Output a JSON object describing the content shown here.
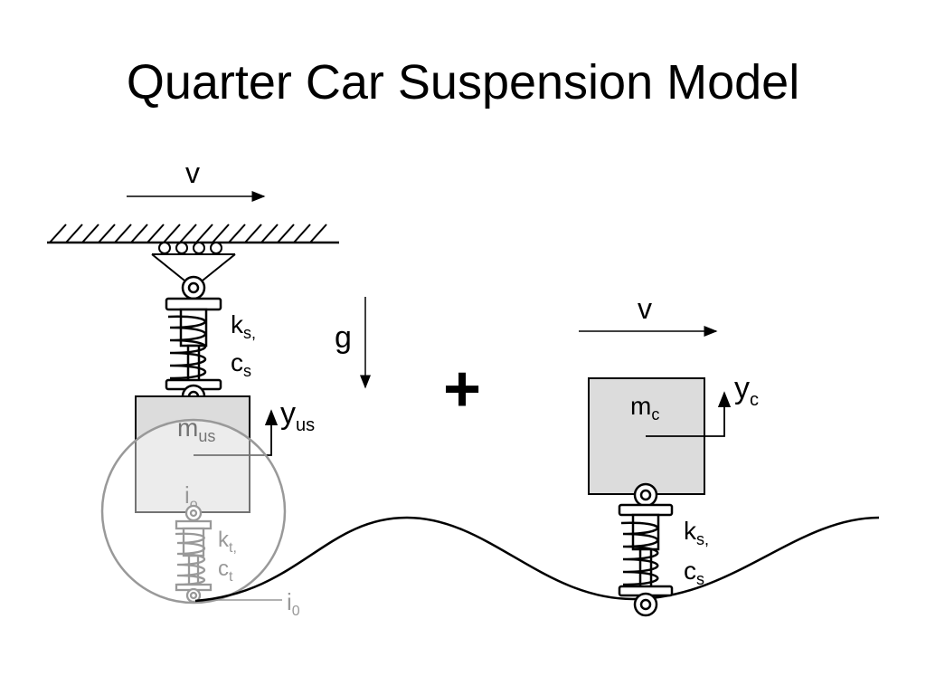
{
  "title": "Quarter Car Suspension Model",
  "left_model": {
    "velocity_label": "v",
    "mass_label": "m",
    "mass_sub": "us",
    "disp_label": "y",
    "disp_sub": "us",
    "spring_k": "k",
    "spring_k_sub": "s,",
    "damper_c": "c",
    "damper_c_sub": "s",
    "tire_k": "k",
    "tire_k_sub": "t,",
    "tire_c": "c",
    "tire_c_sub": "t",
    "contact_label": "i",
    "contact_sub": "0",
    "hub_label": "i",
    "hub_sub": "o"
  },
  "gravity_label": "g",
  "plus_sign": "+",
  "right_model": {
    "velocity_label": "v",
    "mass_label": "m",
    "mass_sub": "c",
    "disp_label": "y",
    "disp_sub": "c",
    "spring_k": "k",
    "spring_k_sub": "s,",
    "damper_c": "c",
    "damper_c_sub": "s"
  },
  "colors": {
    "mass_fill": "#dcdcdc",
    "stroke": "#000000",
    "tire_gray": "#999999"
  }
}
